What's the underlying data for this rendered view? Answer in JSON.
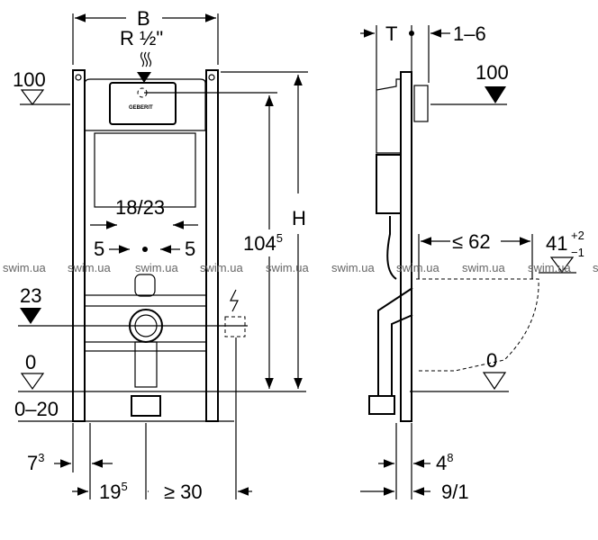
{
  "front_view": {
    "width_label": "B",
    "supply_label": "R ½\"",
    "level_100": "100",
    "spacing_label": "18/23",
    "offset_left": "5",
    "offset_right": "5",
    "height_label": "H",
    "actuator_height_base": "104",
    "actuator_height_sup": "5",
    "level_23": "23",
    "level_0": "0",
    "floor_range": "0–20",
    "post_offset_base": "7",
    "post_offset_sup": "3",
    "drain_offset_base": "19",
    "drain_offset_sup": "5",
    "electric_clearance": "≥ 30",
    "logo_text": "GEBERIT"
  },
  "side_view": {
    "depth_label": "T",
    "wall_gap": "1–6",
    "level_100": "100",
    "projection_label": "≤ 62",
    "seat_height_base": "41",
    "seat_tol_plus": "+2",
    "seat_tol_minus": "−1",
    "level_0": "0",
    "offset_a_base": "4",
    "offset_a_sup": "8",
    "offset_b": "9/1"
  },
  "watermark": "swim.ua"
}
